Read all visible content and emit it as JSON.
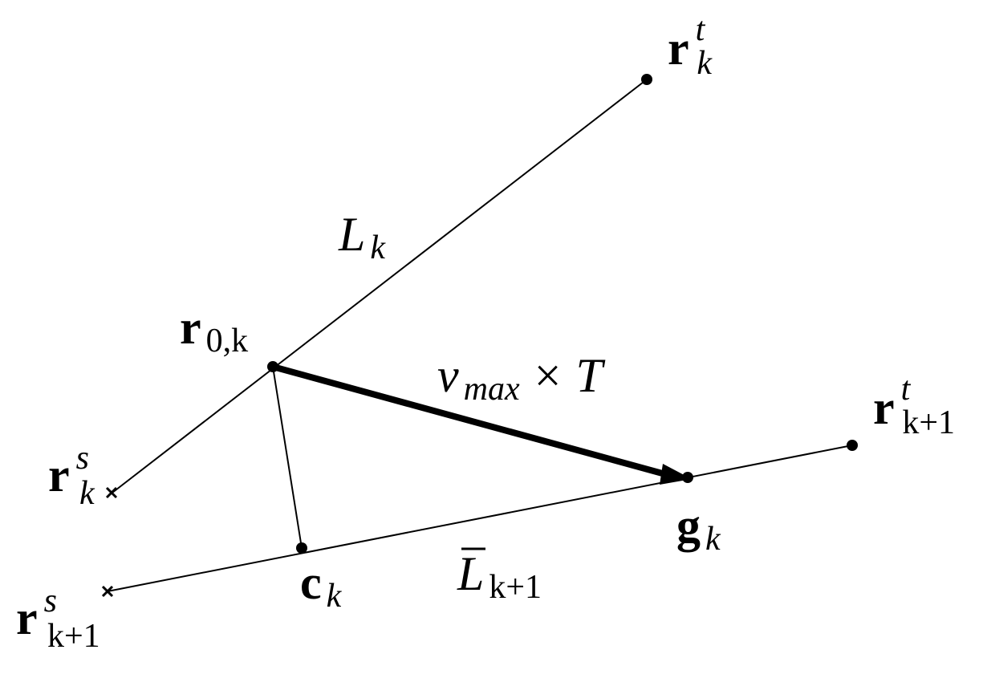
{
  "colors": {
    "ink": "#000000",
    "background": "#ffffff"
  },
  "points": {
    "rt_k": {
      "base": "r",
      "sup": "t",
      "sub": "k"
    },
    "rs_k": {
      "base": "r",
      "sup": "s",
      "sub": "k"
    },
    "r0_k": {
      "base": "r",
      "sub": "0,k"
    },
    "rt_k1": {
      "base": "r",
      "sup": "t",
      "sub": "k+1"
    },
    "rs_k1": {
      "base": "r",
      "sup": "s",
      "sub": "k+1"
    },
    "g_k": {
      "base": "g",
      "sub": "k"
    },
    "c_k": {
      "base": "c",
      "sub": "k"
    }
  },
  "lines": {
    "L_k": {
      "base": "L",
      "sub": "k"
    },
    "Lbar_k1": {
      "base": "L",
      "sub": "k+1"
    }
  },
  "arrow": {
    "v": "v",
    "sub": "max",
    "times": "×",
    "T": "T"
  }
}
